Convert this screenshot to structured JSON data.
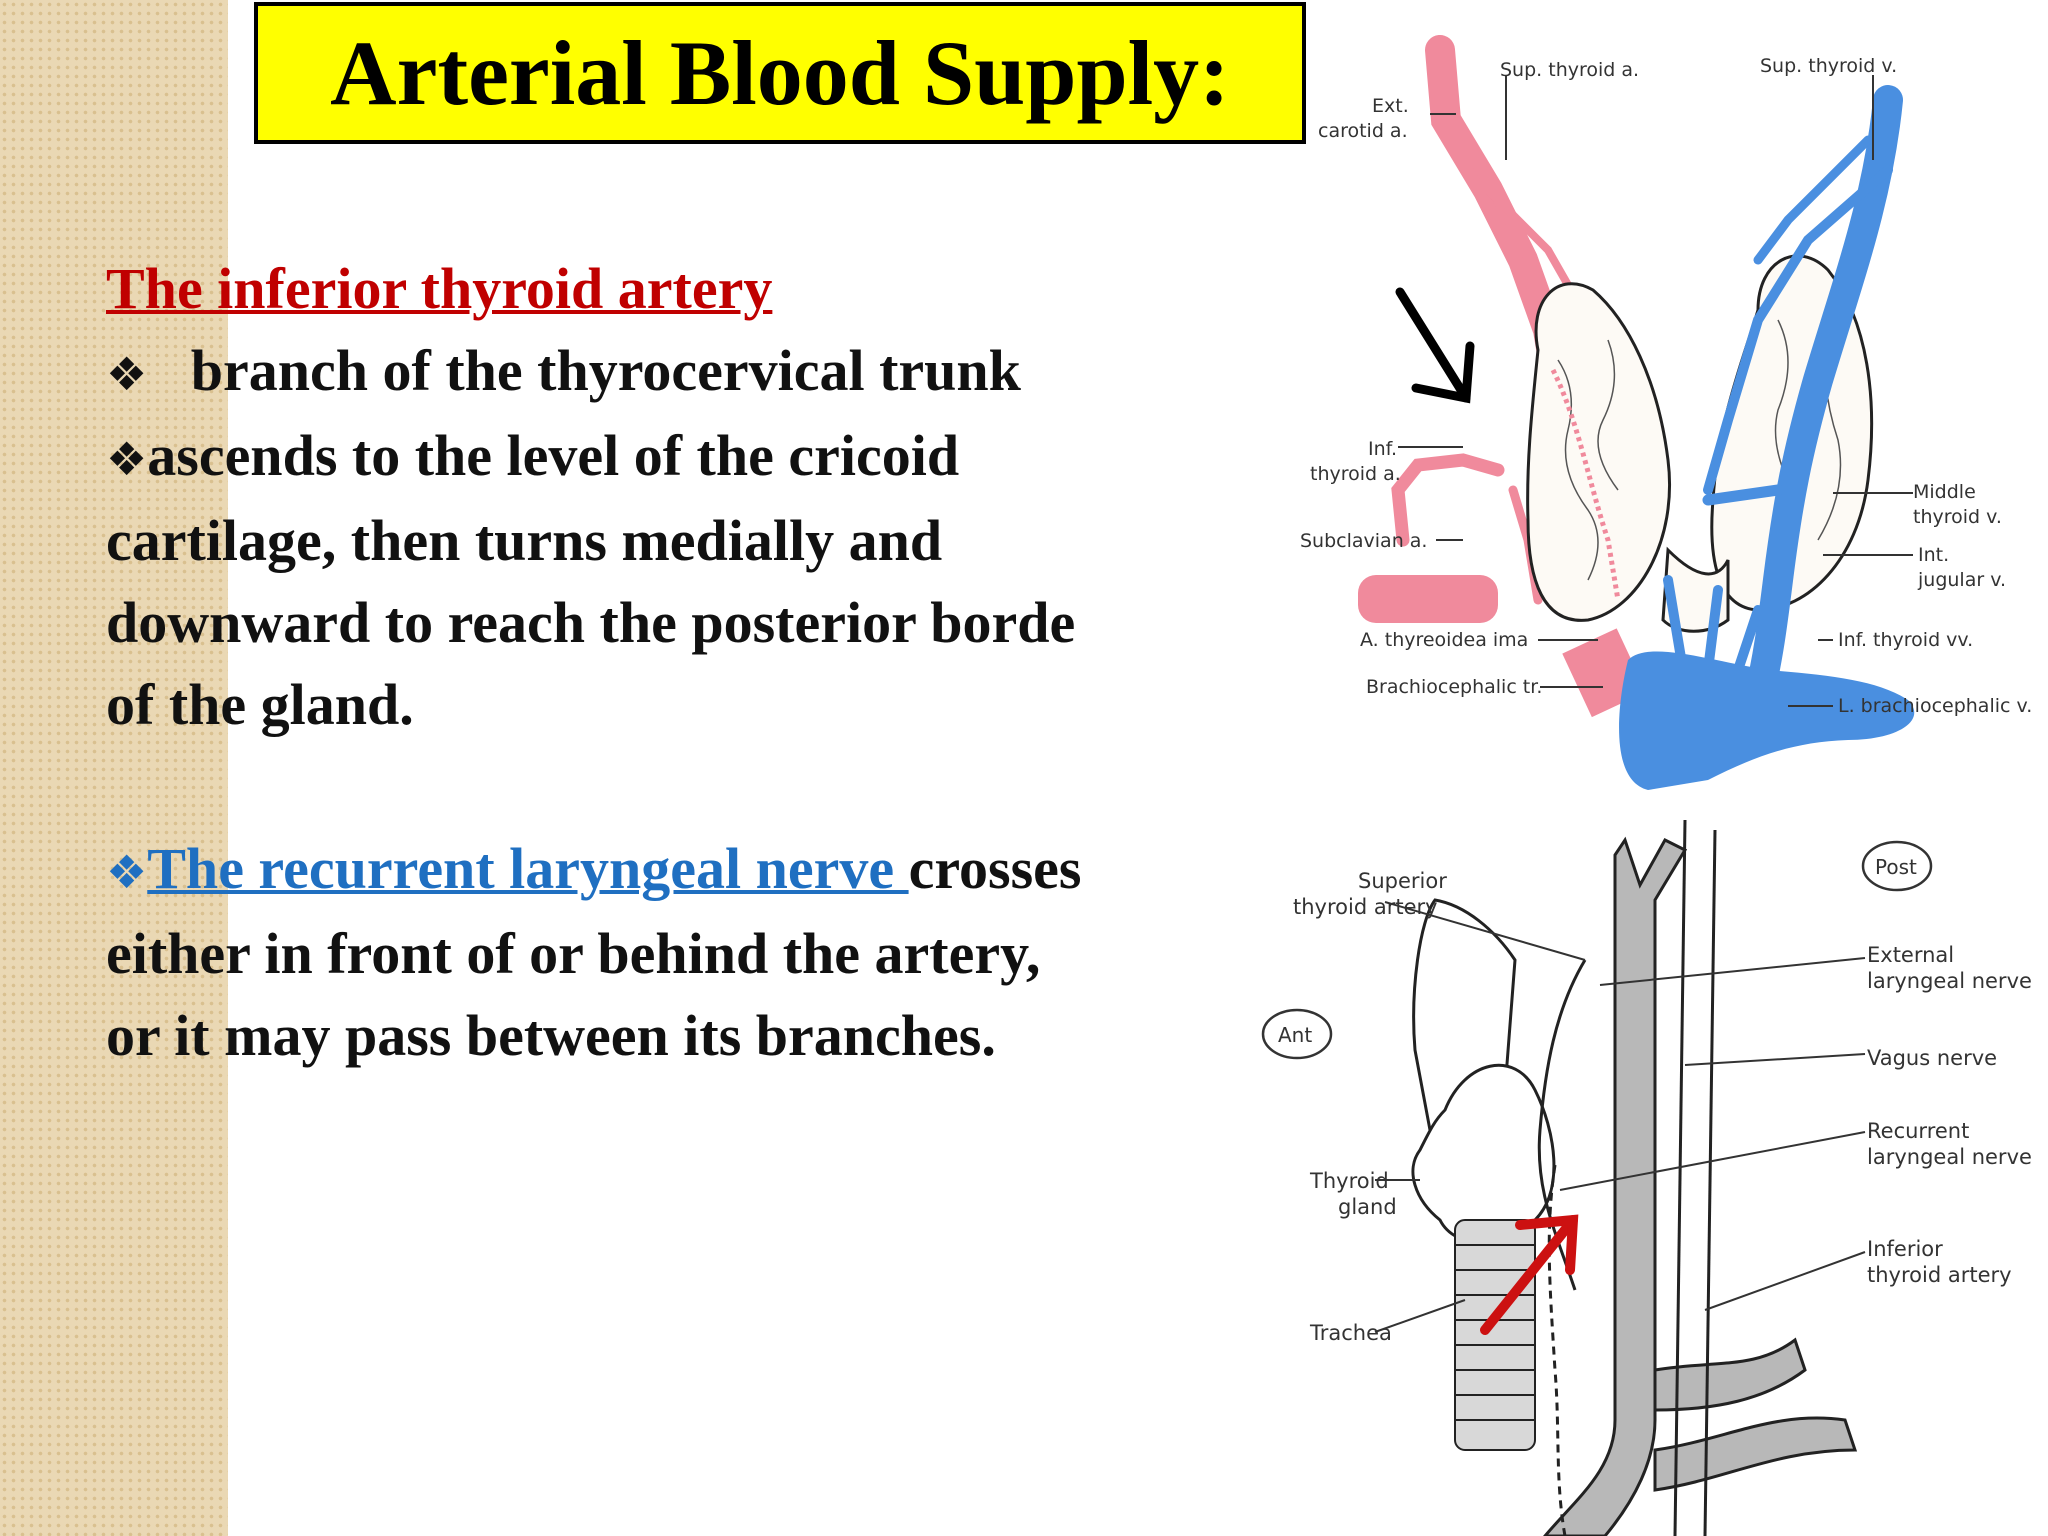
{
  "title": "Arterial Blood Supply:",
  "section1": {
    "heading": "The inferior thyroid artery",
    "bullet_symbol": "❖",
    "bullet1": "branch of the thyrocervical trunk",
    "bullet2_lines": [
      "ascends to the level of the cricoid",
      "cartilage,  then turns medially and",
      "downward to reach the posterior borde",
      "of the gland."
    ]
  },
  "section2": {
    "link_text": "The recurrent laryngeal nerve ",
    "line1_rest": "crosses",
    "lines": [
      "either in front of or behind the artery,",
      "or it may pass between its branches."
    ]
  },
  "diagram_top": {
    "labels": {
      "sup_thyroid_a": "Sup. thyroid a.",
      "sup_thyroid_v": "Sup. thyroid v.",
      "ext_carotid_1": "Ext.",
      "ext_carotid_2": "carotid a.",
      "inf_thyroid_a_1": "Inf.",
      "inf_thyroid_a_2": "thyroid a.",
      "subclavian": "Subclavian a.",
      "thyreoidea_ima": "A. thyreoidea ima",
      "brachiocephalic_tr": "Brachiocephalic tr.",
      "middle_thyroid_1": "Middle",
      "middle_thyroid_2": "thyroid v.",
      "int_jugular_1": "Int.",
      "int_jugular_2": "jugular v.",
      "inf_thyroid_vv": "Inf. thyroid vv.",
      "l_brachiocephalic": "L. brachiocephalic v."
    },
    "colors": {
      "artery": "#f08a9c",
      "vein": "#4a8fe0"
    }
  },
  "diagram_bottom": {
    "labels": {
      "post": "Post",
      "ant": "Ant",
      "superior_1": "Superior",
      "superior_2": "thyroid artery",
      "external_1": "External",
      "external_2": "laryngeal nerve",
      "vagus": "Vagus nerve",
      "recurrent_1": "Recurrent",
      "recurrent_2": "laryngeal nerve",
      "thyroid_1": "Thyroid",
      "thyroid_2": "gland",
      "inferior_1": "Inferior",
      "inferior_2": "thyroid artery",
      "trachea": "Trachea"
    }
  }
}
